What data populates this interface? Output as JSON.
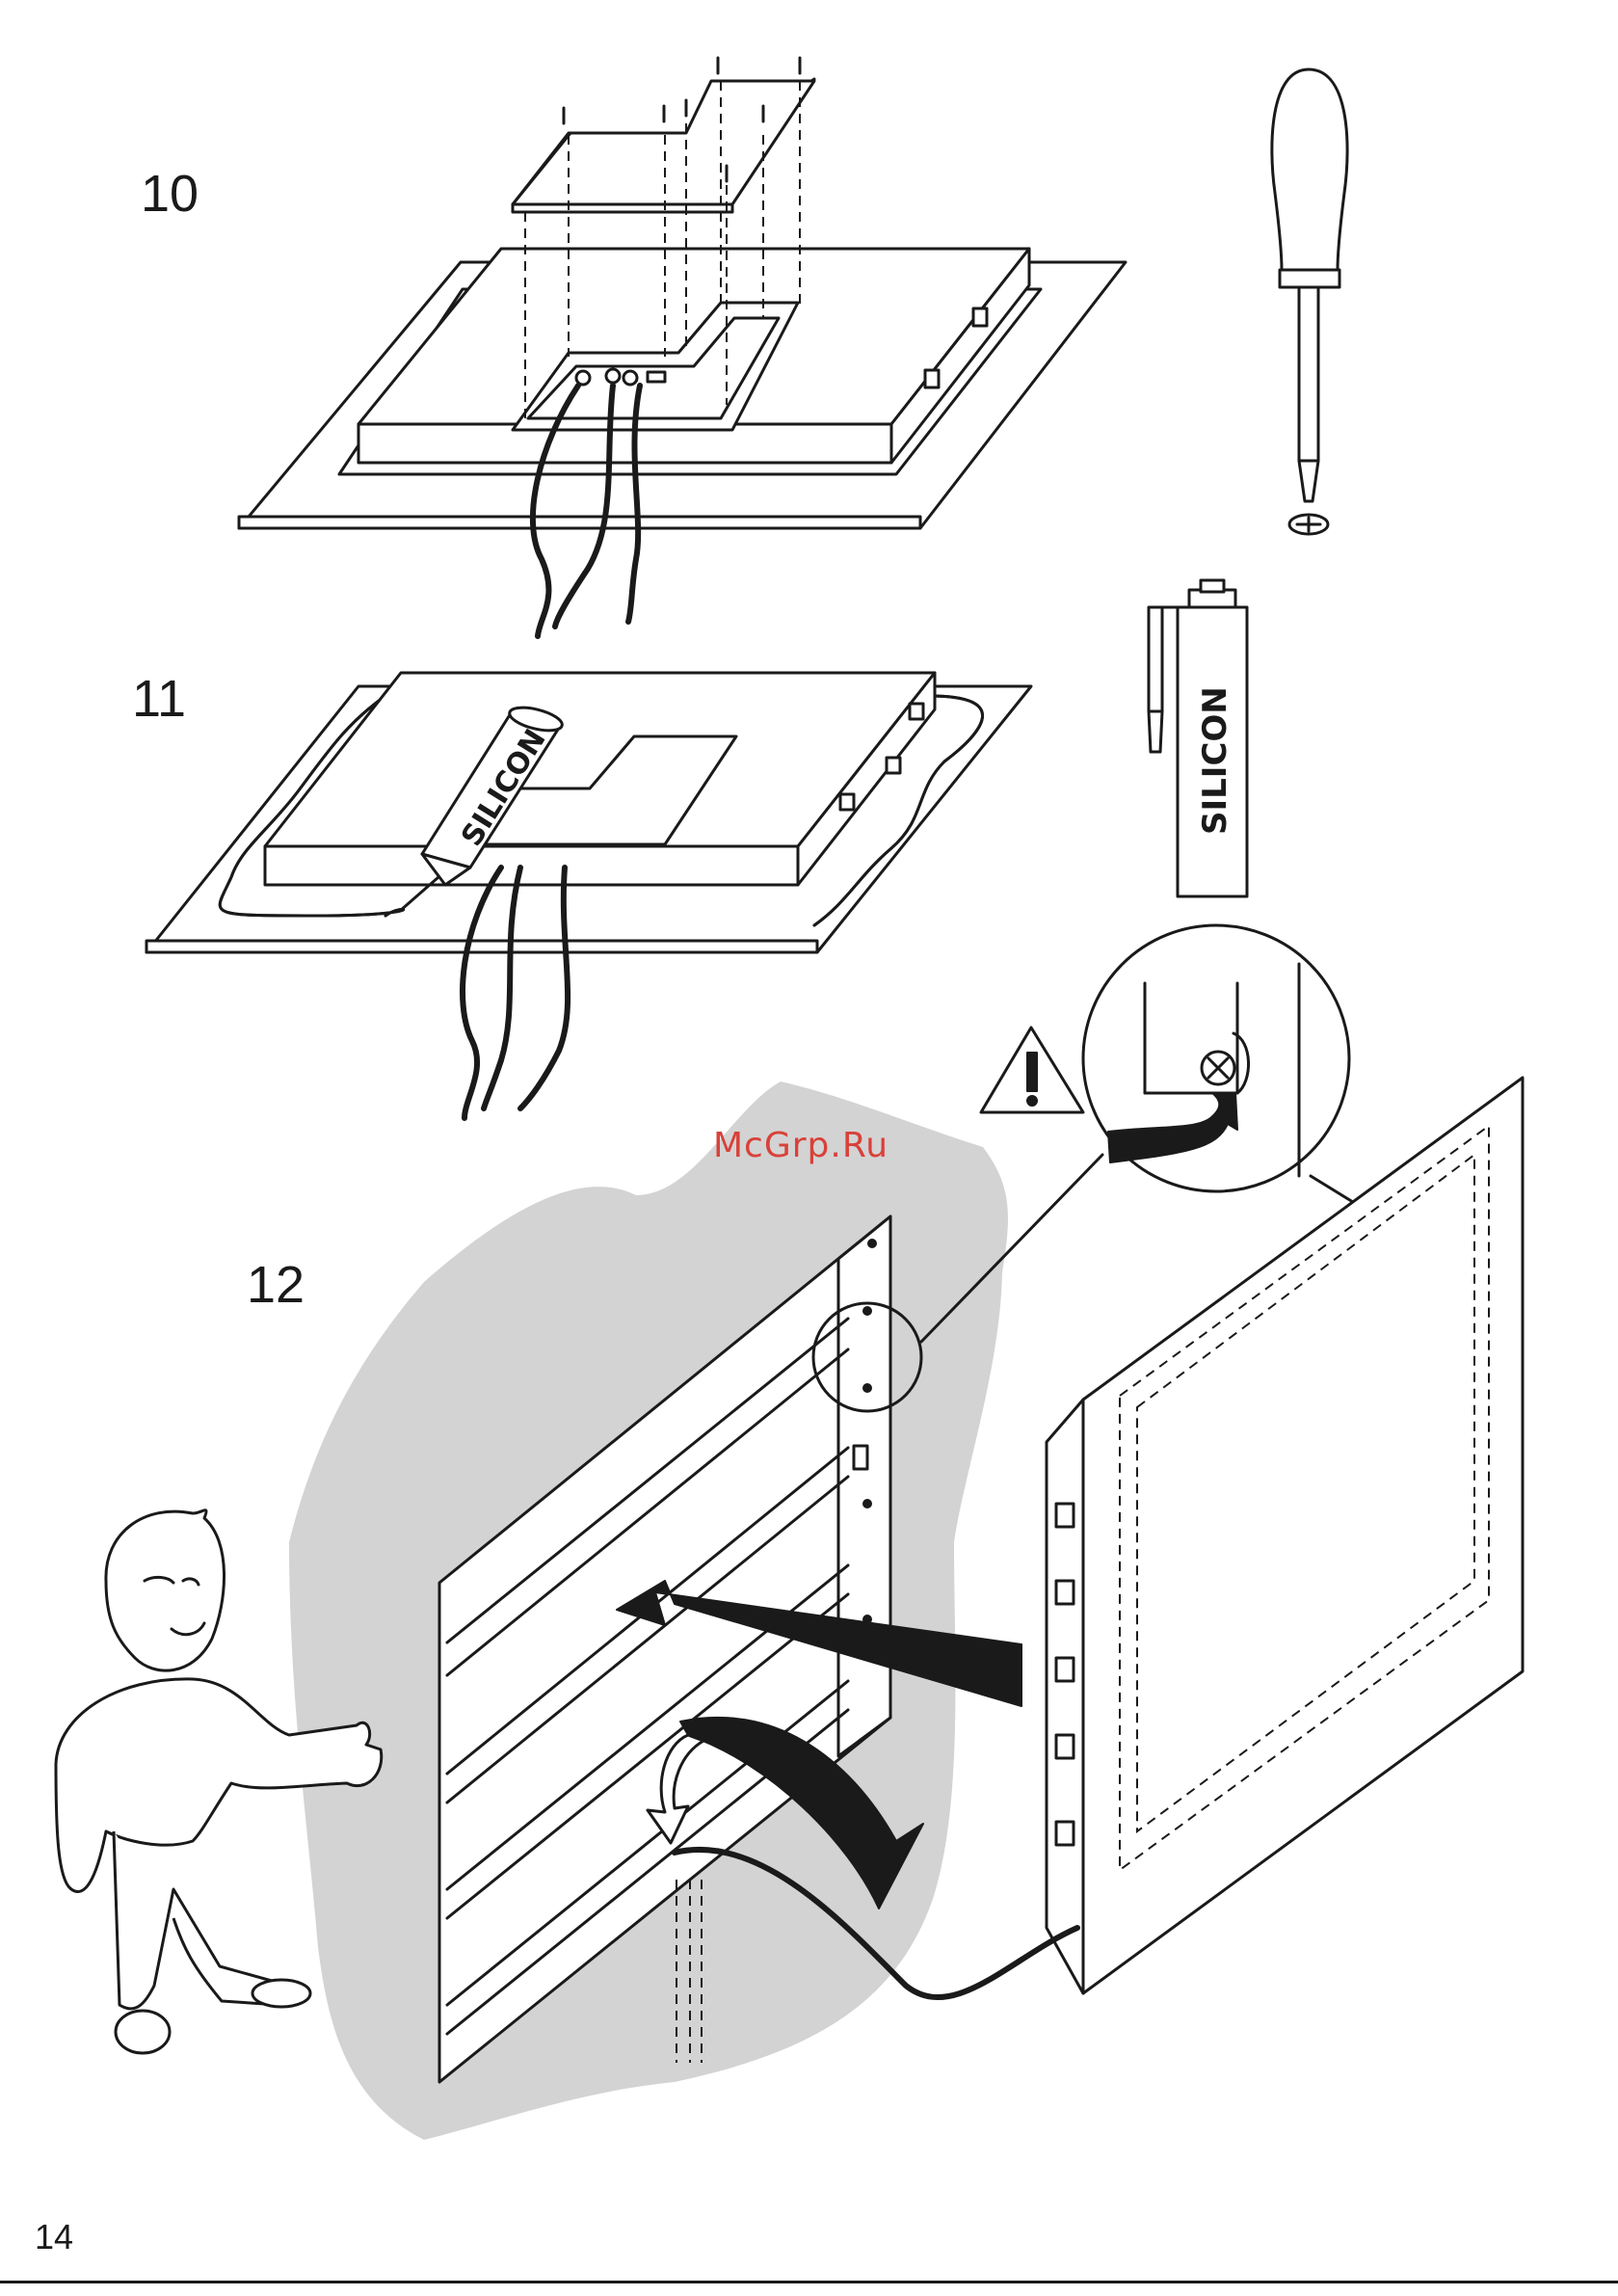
{
  "steps": {
    "step_10": "10",
    "step_11": "11",
    "step_12": "12"
  },
  "labels": {
    "silicon_tube": "SILICON",
    "silicon_cartridge": "SILICON"
  },
  "watermark": "McGrp.Ru",
  "page_number": "14",
  "colors": {
    "line": "#1a1a1a",
    "wall_shade": "#d3d3d3",
    "watermark": "#d8413a"
  },
  "icons": {
    "warning": "warning-triangle-icon",
    "tool": "screwdriver-icon"
  }
}
